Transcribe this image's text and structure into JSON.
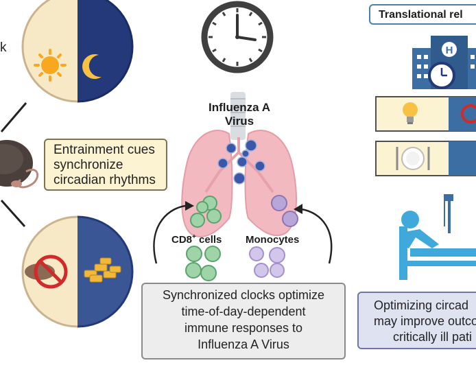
{
  "left": {
    "partial_letter": "k",
    "entrainment_lines": [
      "Entrainment cues",
      "synchronize",
      "circadian rhythms"
    ]
  },
  "center": {
    "virus_title_lines": [
      "Influenza A",
      "Virus"
    ],
    "cd8_label": "CD8",
    "cd8_sup": "+",
    "cd8_suffix": " cells",
    "monocytes_label": "Monocytes",
    "summary_lines": [
      "Synchronized clocks optimize",
      "time-of-day-dependent",
      "immune responses to",
      "Influenza A Virus"
    ]
  },
  "right": {
    "title": "Translational rel",
    "hospital_letter": "H",
    "outcome_lines": [
      "Optimizing circad",
      "may improve outco",
      "critically ill pati"
    ]
  },
  "colors": {
    "dusk_blue": "#23397a",
    "day_cream": "#f7e8c6",
    "lung_pink": "#f2b9c0",
    "cd8_green": "#9fd3a8",
    "monocyte_purple": "#b9a6d8",
    "accent_blue": "#4a7fb5",
    "hospital_blue": "#3c6ea3",
    "patient_blue": "#3fa9dc"
  }
}
